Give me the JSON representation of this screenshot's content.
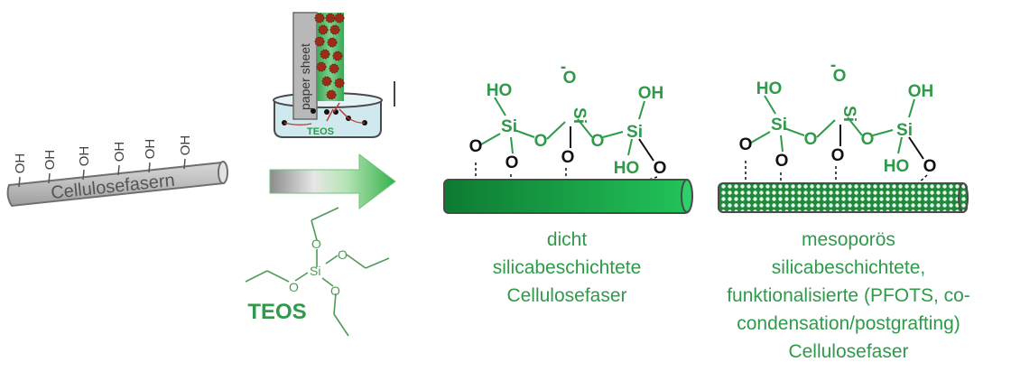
{
  "fiber_label": "Cellulosefasern",
  "oh_group": "OH",
  "paper_label": "paper sheet",
  "beaker_label": "TEOS",
  "teos_label": "TEOS",
  "atoms": {
    "silicon": "Si",
    "oxygen": "O",
    "hydroxyl": "HO",
    "hydroxyl_right": "OH",
    "minus": "-"
  },
  "captions": {
    "dense": [
      "dicht",
      "silicabeschichtete",
      "Cellulosefaser"
    ],
    "mesoporous": [
      "mesoporös",
      "silicabeschichtete,",
      "funktionalisierte (PFOTS, co-",
      "condensation/postgrafting)",
      "Cellulosefaser"
    ]
  },
  "colors": {
    "green": "#2e9a4a",
    "gray": "#8a8a8a",
    "dark_green": "#0e7a32",
    "bright_green": "#22c35a",
    "water": "#cfe9ef",
    "bead": "#9a2d17"
  }
}
